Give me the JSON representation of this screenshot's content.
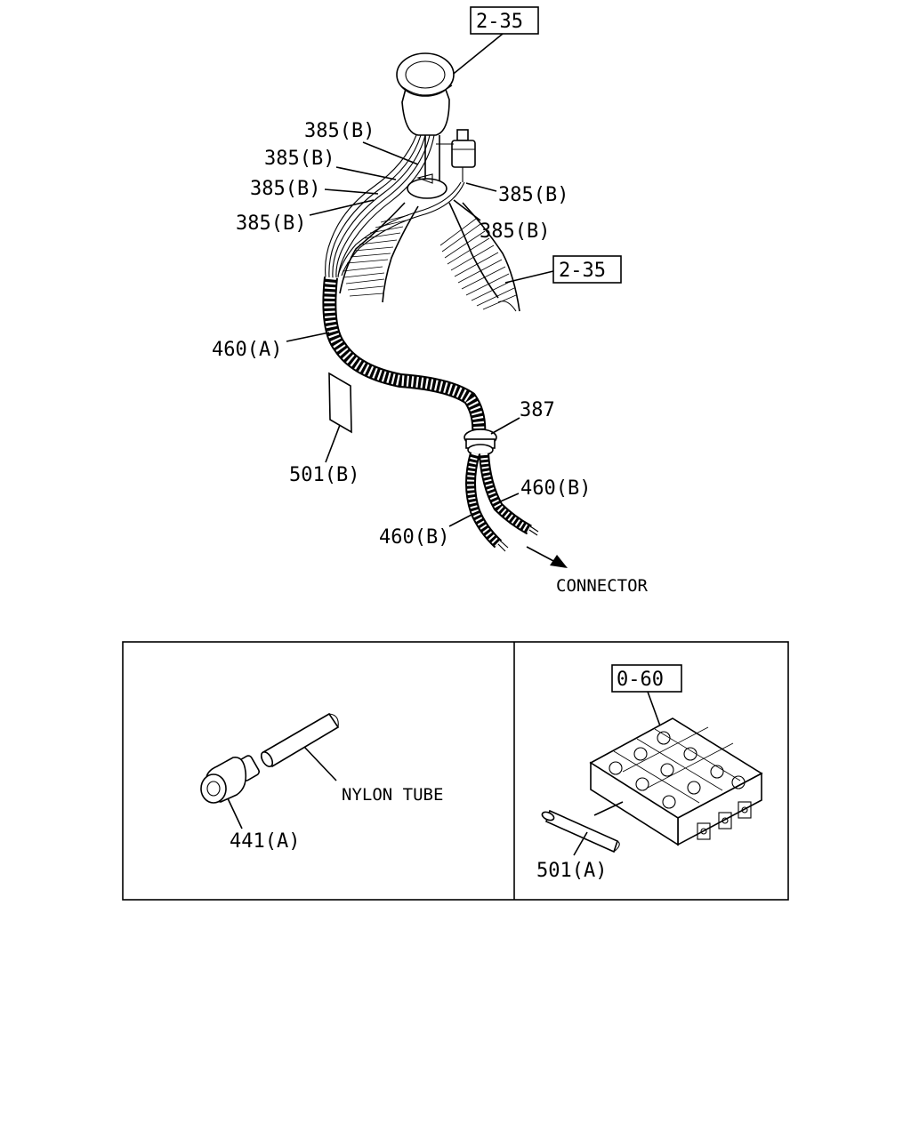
{
  "labels": {
    "ref_top": "2-35",
    "ref_side": "2-35",
    "ref_inset": "0-60",
    "wire_1": "385(B)",
    "wire_2": "385(B)",
    "wire_3": "385(B)",
    "wire_4": "385(B)",
    "wire_5": "385(B)",
    "wire_6": "385(B)",
    "tube_a": "460(A)",
    "tube_b_upper": "460(B)",
    "tube_b_lower": "460(B)",
    "grommet": "387",
    "tape_b": "501(B)",
    "connector": "CONNECTOR",
    "nylon_tube": "NYLON TUBE",
    "fitting": "441(A)",
    "tape_a": "501(A)"
  }
}
